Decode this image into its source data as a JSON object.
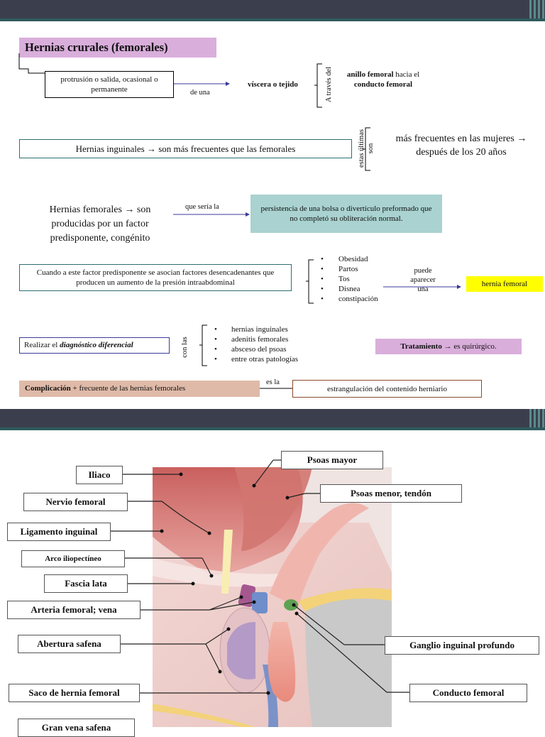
{
  "slide1": {
    "title": "Hernias crurales (femorales)",
    "def_box": "protrusión o salida, ocasional o permanente",
    "de_una": "de una",
    "viscera": "víscera o tejido",
    "a_traves": "A través del",
    "anillo_bold": "anillo femoral",
    "anillo_rest": " hacia el",
    "conducto_femoral": "conducto femoral",
    "inguinales_box": "Hernias inguinales → son más frecuentes que las femorales",
    "estas_ultimas": "estas últimas son",
    "mas_frecuentes": "más frecuentes en las mujeres → después de los 20 años",
    "femorales_text": "Hernias femorales → son producidas por un factor predisponente, congénito",
    "que_seria": "que sería la",
    "persistencia": "persistencia de una bolsa o divertículo preformado que no completó su obliteración normal.",
    "cuando_box": "Cuando a este factor predisponente se asocian factores desencadenantes que producen un aumento de la presión intraabdominal",
    "factores": [
      "Obesidad",
      "Partos",
      "Tos",
      "Disnea",
      "constipación"
    ],
    "puede_aparecer": "puede aparecer una",
    "hernia_femoral": "hernia femoral",
    "realizar_prefix": "Realizar el ",
    "realizar_em": "diagnóstico diferencial",
    "con_las": "con las",
    "diferenciales": [
      "hernias inguinales",
      "adenitis femorales",
      "absceso del psoas",
      "entre otras patologías"
    ],
    "tratamiento_bold": "Tratamiento",
    "tratamiento_rest": "→ es quirúrgico.",
    "complicacion_bold": "Complicación",
    "complicacion_rest": " + frecuente de las hernias femorales",
    "es_la": "es la",
    "estrangulacion": "estrangulación del contenido herniario",
    "colors": {
      "title_bg": "#d9aedb",
      "persist_bg": "#a9d2d0",
      "yellow": "#ffff00",
      "trat_bg": "#d9aedb",
      "comp_bg": "#dfbaa8",
      "border_teal": "#2e6f72"
    }
  },
  "slide2": {
    "labels_left": [
      "Iliaco",
      "Nervio femoral",
      "Ligamento inguinal",
      "Arco iliopectíneo",
      "Fascia lata",
      "Arteria femoral; vena",
      "Abertura safena",
      "Saco de hernia femoral",
      "Gran vena safena"
    ],
    "labels_right": [
      "Psoas mayor",
      "Psoas menor, tendón",
      "Ganglio inguinal profundo",
      "Conducto femoral"
    ]
  }
}
